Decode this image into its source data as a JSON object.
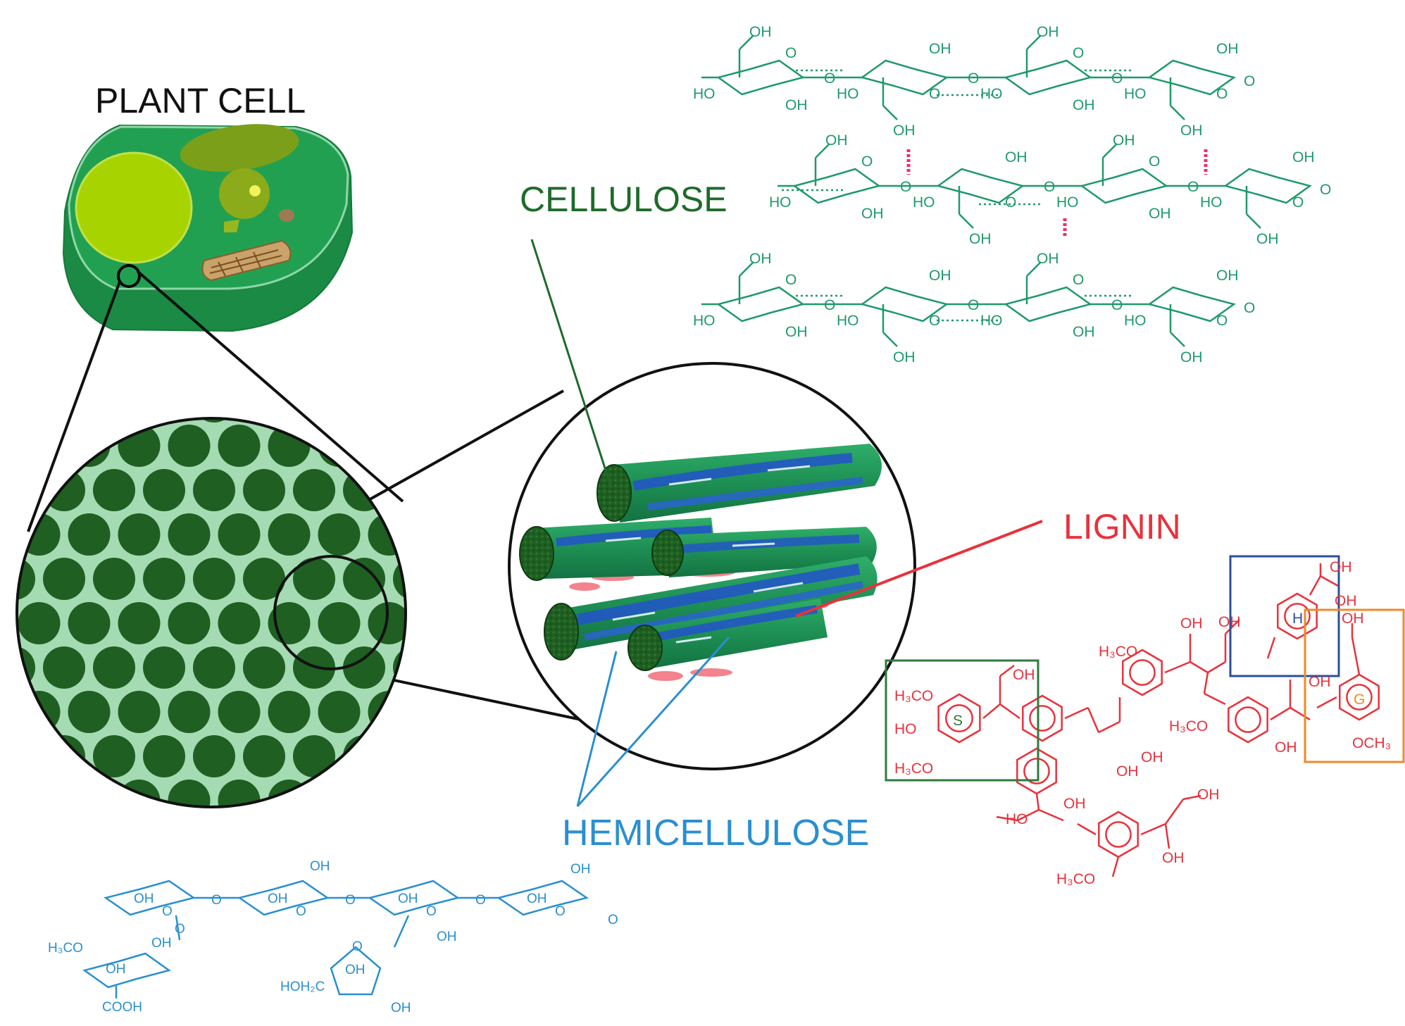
{
  "labels": {
    "plant_cell": "PLANT CELL",
    "cellulose": "CELLULOSE",
    "lignin": "LIGNIN",
    "hemicellulose": "HEMICELLULOSE"
  },
  "colors": {
    "cellulose": "#1f9a6a",
    "cellulose_label": "#1e6b2a",
    "lignin": "#e8323c",
    "hemicellulose": "#2a8fd0",
    "cell_body": "#1e9a4c",
    "fibril": "#1f5f22",
    "box_s": "#2f7a3c",
    "box_h": "#2c4f9a",
    "box_g": "#ef8a2a"
  },
  "chemistry": {
    "oh": "OH",
    "ho": "HO",
    "ring_o": "O",
    "h3co": "H₃CO",
    "och3": "OCH₃",
    "hoh2c": "HOH₂C",
    "cooh": "COOH",
    "unit_s": "S",
    "unit_h": "H",
    "unit_g": "G"
  }
}
